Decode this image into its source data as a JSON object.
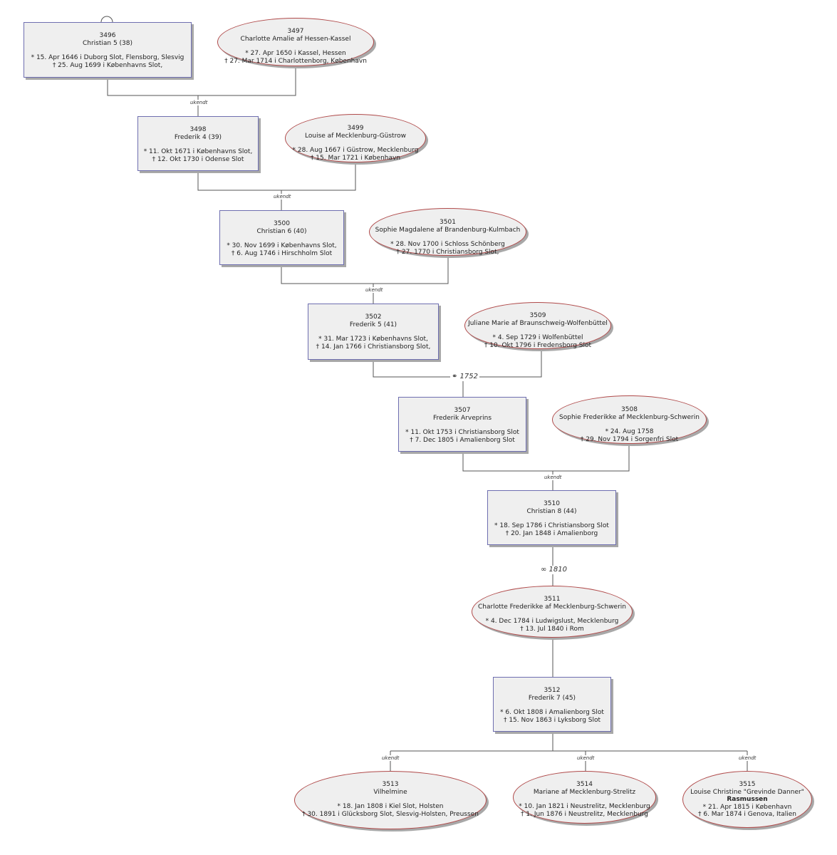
{
  "people": [
    {
      "id": "3496",
      "name": "Christian 5 (38)",
      "birth": "* 15. Apr 1646 i  Duborg Slot, Flensborg, Slesvig",
      "death": "† 25. Aug 1699 i  Københavns Slot,",
      "sex": "male"
    },
    {
      "id": "3497",
      "name": "Charlotte Amalie af Hessen-Kassel",
      "birth": "* 27. Apr 1650 i  Kassel, Hessen",
      "death": "† 27. Mar 1714 i  Charlottenborg, København",
      "sex": "female"
    },
    {
      "id": "3498",
      "name": "Frederik 4 (39)",
      "birth": "* 11. Okt 1671 i  Københavns Slot,",
      "death": "† 12. Okt 1730 i  Odense Slot",
      "sex": "male"
    },
    {
      "id": "3499",
      "name": "Louise af Mecklenburg-Güstrow",
      "birth": "* 28. Aug 1667 i  Güstrow, Mecklenburg",
      "death": "† 15. Mar 1721 i  København",
      "sex": "female"
    },
    {
      "id": "3500",
      "name": "Christian 6 (40)",
      "birth": "* 30. Nov 1699 i  Københavns Slot,",
      "death": "† 6. Aug 1746 i  Hirschholm Slot",
      "sex": "male"
    },
    {
      "id": "3501",
      "name": "Sophie Magdalene af Brandenburg-Kulmbach",
      "birth": "* 28. Nov 1700 i  Schloss Schönberg",
      "death": "† 27.  1770 i  Christiansborg Slot,",
      "sex": "female"
    },
    {
      "id": "3502",
      "name": "Frederik 5 (41)",
      "birth": "* 31. Mar 1723 i  Københavns Slot,",
      "death": "† 14. Jan 1766 i  Christiansborg Slot,",
      "sex": "male"
    },
    {
      "id": "3509",
      "name": "Juliane Marie af Braunschweig-Wolfenbüttel",
      "birth": "* 4. Sep 1729 i  Wolfenbüttel",
      "death": "† 10. Okt 1796 i  Fredensborg Slot",
      "sex": "female"
    },
    {
      "id": "3507",
      "name": "Frederik Arveprins",
      "birth": "* 11. Okt 1753 i  Christiansborg Slot",
      "death": "† 7. Dec 1805 i  Amalienborg Slot",
      "sex": "male"
    },
    {
      "id": "3508",
      "name": "Sophie Frederikke af Mecklenburg-Schwerin",
      "birth": "* 24. Aug 1758",
      "death": "† 29. Nov 1794 i  Sorgenfri Slot",
      "sex": "female"
    },
    {
      "id": "3510",
      "name": "Christian 8 (44)",
      "birth": "* 18. Sep 1786 i  Christiansborg Slot",
      "death": "† 20. Jan 1848 i  Amalienborg",
      "sex": "male"
    },
    {
      "id": "3511",
      "name": "Charlotte Frederikke af Mecklenburg-Schwerin",
      "birth": "* 4. Dec 1784 i  Ludwigslust, Mecklenburg",
      "death": "† 13. Jul 1840 i  Rom",
      "sex": "female"
    },
    {
      "id": "3512",
      "name": "Frederik 7 (45)",
      "birth": "* 6. Okt 1808 i  Amalienborg Slot",
      "death": "† 15. Nov 1863 i  Lyksborg Slot",
      "sex": "male"
    },
    {
      "id": "3513",
      "name": "Vilhelmine",
      "birth": "* 18. Jan 1808 i  Kiel Slot, Holsten",
      "death": "† 30.  1891 i  Glücksborg Slot, Slesvig-Holsten, Preussen",
      "sex": "female"
    },
    {
      "id": "3514",
      "name": "Mariane af Mecklenburg-Strelitz",
      "birth": "* 10. Jan 1821 i  Neustrelitz, Mecklenburg",
      "death": "† 1. Jun 1876 i  Neustrelitz, Mecklenburg",
      "sex": "female"
    },
    {
      "id": "3515",
      "name": "Louise Christine \"Grevinde Danner\"",
      "surname": "Rasmussen",
      "birth": "* 21. Apr 1815 i  København",
      "death": "† 6. Mar 1874 i  Genova, Italien",
      "sex": "female"
    }
  ],
  "union_labels": {
    "u1": "ukendt",
    "u2": "ukendt",
    "u3": "ukendt",
    "u4": "⚭ 1752",
    "u5": "ukendt",
    "u6": "∞ 1810",
    "c1": "ukendt",
    "c2": "ukendt",
    "c3": "ukendt"
  },
  "colors": {
    "line": "#555555",
    "male_border": "#6e6eb0",
    "female_border": "#b04a4a",
    "box_fill": "#efefef"
  }
}
